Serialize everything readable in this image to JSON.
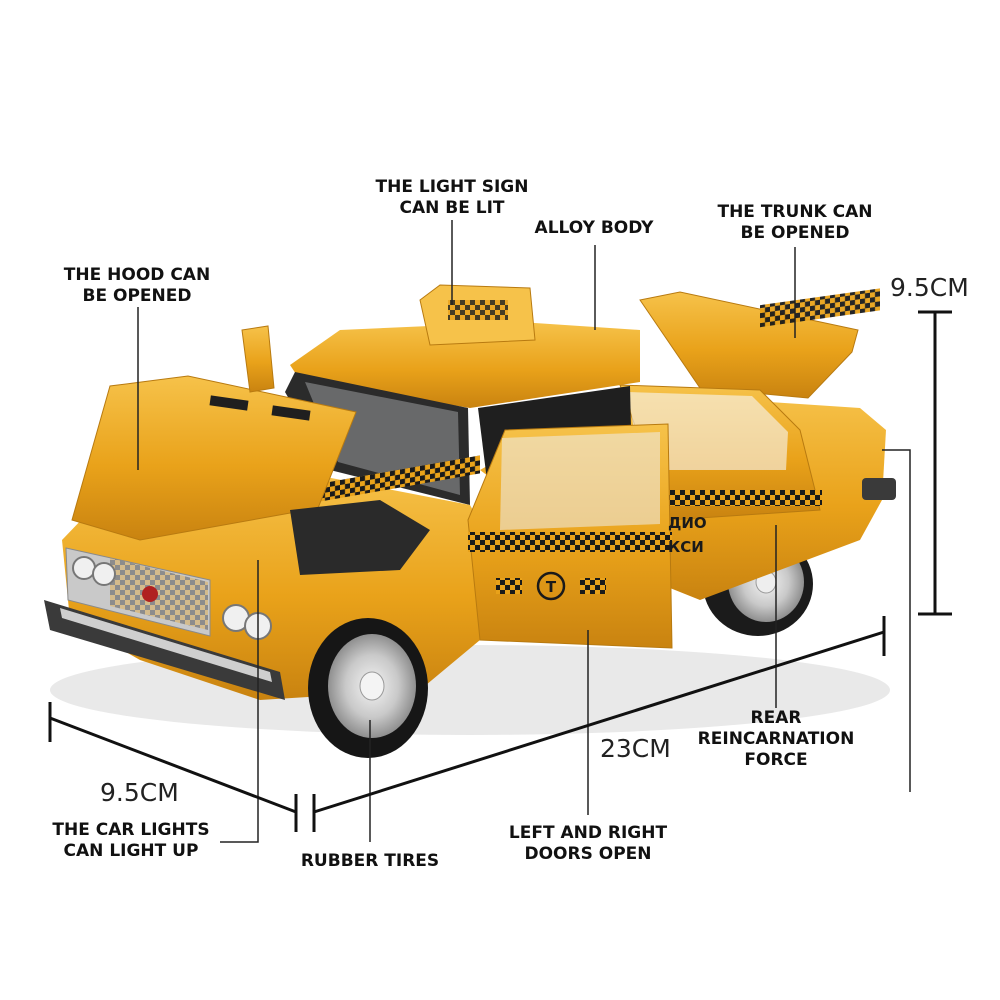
{
  "product": "die-cast yellow taxi model car",
  "colors": {
    "body": "#E9A21A",
    "body_shadow": "#C98310",
    "body_light": "#F6C24A",
    "checker": "#1a1a1a",
    "chrome": "#d4d4d4",
    "line": "#222222"
  },
  "callouts": {
    "light_sign": [
      "THE LIGHT SIGN",
      "CAN BE LIT"
    ],
    "alloy_body": [
      "ALLOY BODY"
    ],
    "trunk": [
      "THE TRUNK CAN",
      "BE OPENED"
    ],
    "hood": [
      "THE HOOD CAN",
      "BE OPENED"
    ],
    "rear_force": [
      "REAR",
      "REINCARNATION",
      "FORCE"
    ],
    "car_lights": [
      "THE CAR LIGHTS",
      "CAN LIGHT UP"
    ],
    "rubber_tires": [
      "RUBBER TIRES"
    ],
    "doors": [
      "LEFT AND RIGHT",
      "DOORS OPEN"
    ]
  },
  "dimensions": {
    "height": "9.5CM",
    "width": "9.5CM",
    "length": "23CM"
  },
  "door_text": [
    "ДИО",
    "КСИ"
  ],
  "door_emblem": "T"
}
